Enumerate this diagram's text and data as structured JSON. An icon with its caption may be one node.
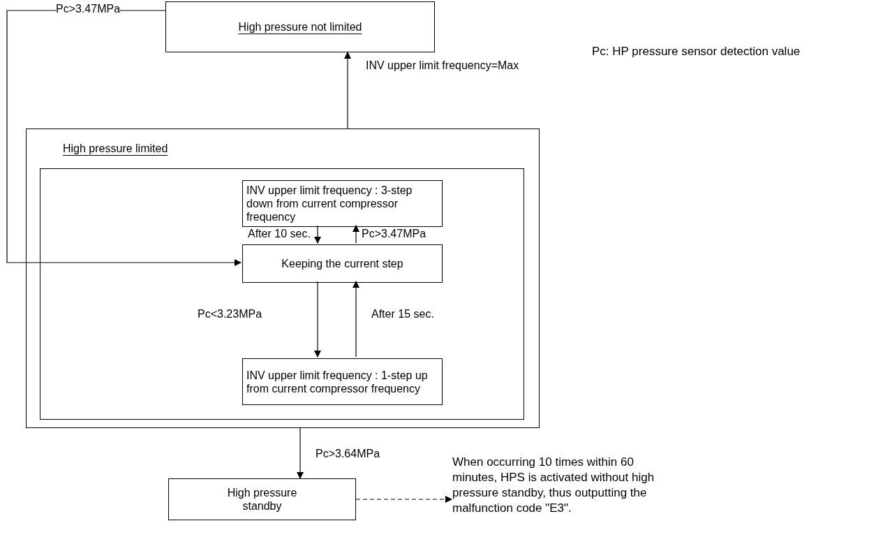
{
  "diagram": {
    "nodes": [
      {
        "text": [
          "High pressure not limited"
        ]
      },
      {
        "text": [
          "High pressure limited"
        ]
      },
      {
        "text": [],
        "shape": "box",
        "in": 1
      },
      {
        "text": [
          "INV upper limit frequency : 3-step down from current compressor frequency"
        ],
        "in": 2
      },
      {
        "text": [
          "Keeping the current step"
        ],
        "in": 2
      },
      {
        "text": [
          "INV upper limit frequency : 1-step up from current compressor frequency"
        ],
        "in": 2
      },
      {
        "text": [
          "High pressure standby"
        ]
      },
      {
        "text": [
          "When occurring 10 times within 60 minutes, HPS is activated without high pressure standby, thus outputting the malfunction code \"E3\"."
        ]
      }
    ],
    "edges": [
      {
        "from": 1,
        "to": 0,
        "arrow": "to",
        "label": "INV upper limit frequency=Max"
      },
      {
        "from": 0,
        "to": 4,
        "arrow": "to",
        "label": "Pc>3.47MPa"
      },
      {
        "from": 3,
        "to": 4,
        "arrow": "to",
        "label": "After 10 sec."
      },
      {
        "from": 4,
        "to": 3,
        "arrow": "to",
        "label": "Pc>3.47MPa"
      },
      {
        "from": 4,
        "to": 5,
        "arrow": "to",
        "label": "Pc<3.23MPa"
      },
      {
        "from": 5,
        "to": 4,
        "arrow": "to",
        "label": "After 15 sec."
      },
      {
        "from": 1,
        "to": 6,
        "arrow": "to",
        "label": "Pc>3.64MPa"
      },
      {
        "from": 6,
        "to": 7,
        "arrow": "to",
        "style": "dashed"
      }
    ],
    "labels": [
      "Pc: HP pressure sensor detection value"
    ]
  }
}
